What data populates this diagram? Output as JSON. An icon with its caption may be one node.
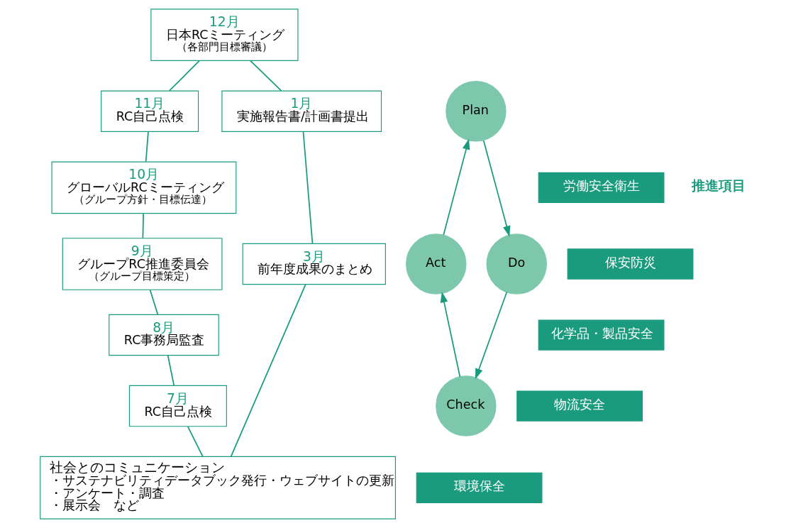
{
  "diagram": {
    "nodes": [
      {
        "text": [
          "12月",
          "日本RCミーティング",
          "（各部門目標審議）"
        ]
      },
      {
        "text": [
          "11月",
          "RC自己点検"
        ]
      },
      {
        "text": [
          "1月",
          "実施報告書/計画書提出"
        ]
      },
      {
        "text": [
          "Plan"
        ]
      },
      {
        "text": [
          "10月",
          "グローバルRCミーティング",
          "（グループ方針・目標伝達）"
        ]
      },
      {
        "text": [
          "9月",
          "グループRC推進委員会",
          "（グループ目標策定）"
        ]
      },
      {
        "text": [
          "Act"
        ]
      },
      {
        "text": [
          "Do"
        ]
      },
      {
        "text": [
          "3月",
          "前年度成果のまとめ"
        ]
      },
      {
        "text": [
          "労働安全衛生"
        ]
      },
      {
        "text": [
          "保安防災"
        ]
      },
      {
        "text": [
          "化学品・製品安全"
        ]
      },
      {
        "text": [
          "物流安全"
        ]
      },
      {
        "text": [
          "環境保全"
        ]
      },
      {
        "text": [
          "8月",
          "RC事務局監査"
        ]
      },
      {
        "text": [
          "Check"
        ]
      },
      {
        "text": [
          "社会とのコミュニケーション",
          "・サステナビリティデータブック発行・ウェブサイトの更新",
          "・アンケート・調査",
          "・展示会　など"
        ]
      },
      {
        "text": [
          "7月",
          "RC自己点検"
        ]
      }
    ],
    "edges": [
      {
        "from": 3,
        "to": 7,
        "arrow": "to"
      },
      {
        "from": 7,
        "to": 15,
        "arrow": "to"
      },
      {
        "from": 15,
        "to": 6,
        "arrow": "to"
      },
      {
        "from": 6,
        "to": 3,
        "arrow": "to"
      },
      {
        "from": 0,
        "to": 2,
        "arrow": "none"
      },
      {
        "from": 2,
        "to": 8,
        "arrow": "none"
      },
      {
        "from": 8,
        "to": 16,
        "arrow": "none"
      },
      {
        "from": 16,
        "to": 17,
        "arrow": "none"
      },
      {
        "from": 17,
        "to": 14,
        "arrow": "none"
      },
      {
        "from": 14,
        "to": 5,
        "arrow": "none"
      },
      {
        "from": 5,
        "to": 4,
        "arrow": "none"
      },
      {
        "from": 4,
        "to": 1,
        "arrow": "none"
      },
      {
        "from": 1,
        "to": 0,
        "arrow": "none"
      }
    ],
    "labels": [
      "推進項目"
    ]
  }
}
